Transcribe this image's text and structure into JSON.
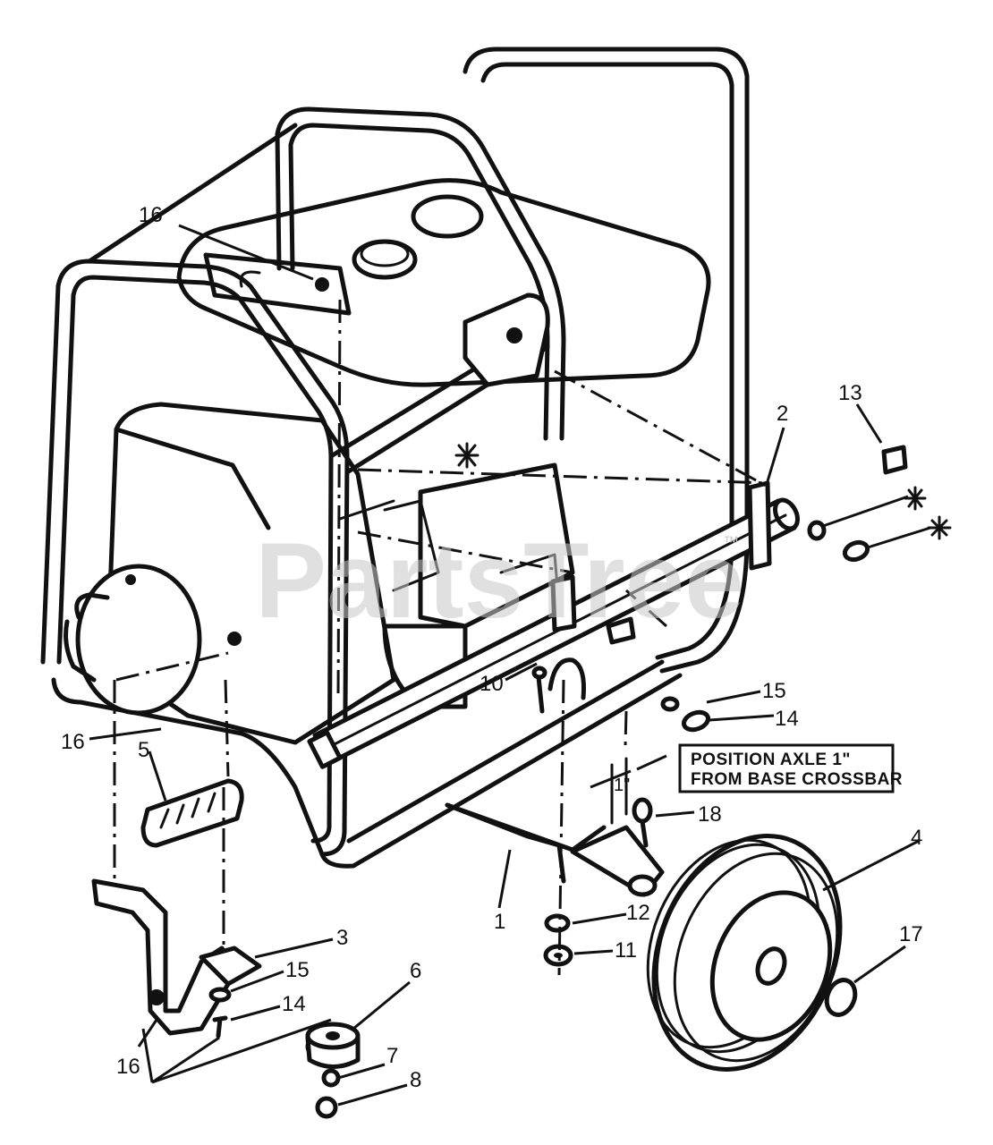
{
  "watermark": {
    "text": "PartsTree",
    "trademark": "™"
  },
  "note": {
    "line1": "POSITION AXLE 1\"",
    "line2": "FROM BASE CROSSBAR",
    "dimension": "1\""
  },
  "callouts": [
    {
      "id": "c16a",
      "label": "16"
    },
    {
      "id": "c2",
      "label": "2"
    },
    {
      "id": "c13",
      "label": "13"
    },
    {
      "id": "c15a",
      "label": "15"
    },
    {
      "id": "c14a",
      "label": "14"
    },
    {
      "id": "c10",
      "label": "10"
    },
    {
      "id": "c16b",
      "label": "16"
    },
    {
      "id": "c5",
      "label": "5"
    },
    {
      "id": "c18",
      "label": "18"
    },
    {
      "id": "c4",
      "label": "4"
    },
    {
      "id": "c1",
      "label": "1"
    },
    {
      "id": "c12",
      "label": "12"
    },
    {
      "id": "c11",
      "label": "11"
    },
    {
      "id": "c3",
      "label": "3"
    },
    {
      "id": "c15b",
      "label": "15"
    },
    {
      "id": "c14b",
      "label": "14"
    },
    {
      "id": "c6",
      "label": "6"
    },
    {
      "id": "c17",
      "label": "17"
    },
    {
      "id": "c7",
      "label": "7"
    },
    {
      "id": "c8",
      "label": "8"
    },
    {
      "id": "c16c",
      "label": "16"
    }
  ]
}
